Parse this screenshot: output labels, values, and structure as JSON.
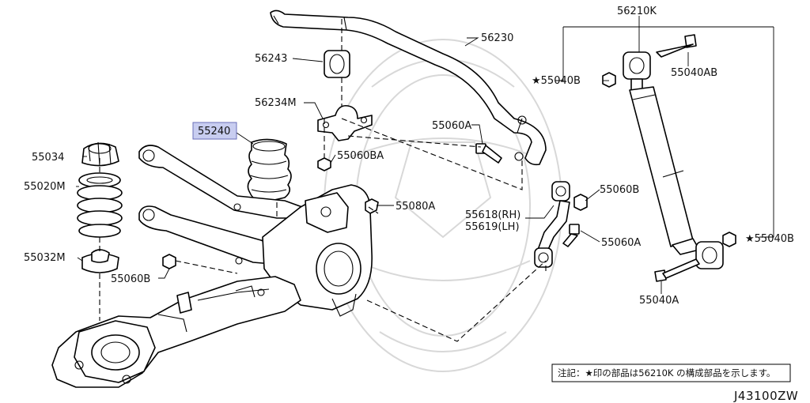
{
  "labels": {
    "p56210K": "56210K",
    "p56230": "56230",
    "p56243": "56243",
    "p55040B_a": "55040B",
    "p55040AB": "55040AB",
    "p56234M": "56234M",
    "p55240": "55240",
    "p55060A_top": "55060A",
    "p55034": "55034",
    "p55060BA": "55060BA",
    "p55020M": "55020M",
    "p55060B_r": "55060B",
    "p55080A": "55080A",
    "p55618": "55618(RH)",
    "p55619": "55619(LH)",
    "p55040B_b": "55040B",
    "p55060A_b": "55060A",
    "p55032M": "55032M",
    "p55060B_l": "55060B",
    "p55040A": "55040A"
  },
  "marked_parts_symbol": "★",
  "highlight_color": "#c8cdf0",
  "note": "注記：★印の部品は56210K の構成部品を示します。",
  "diagram_code": "J43100ZW"
}
